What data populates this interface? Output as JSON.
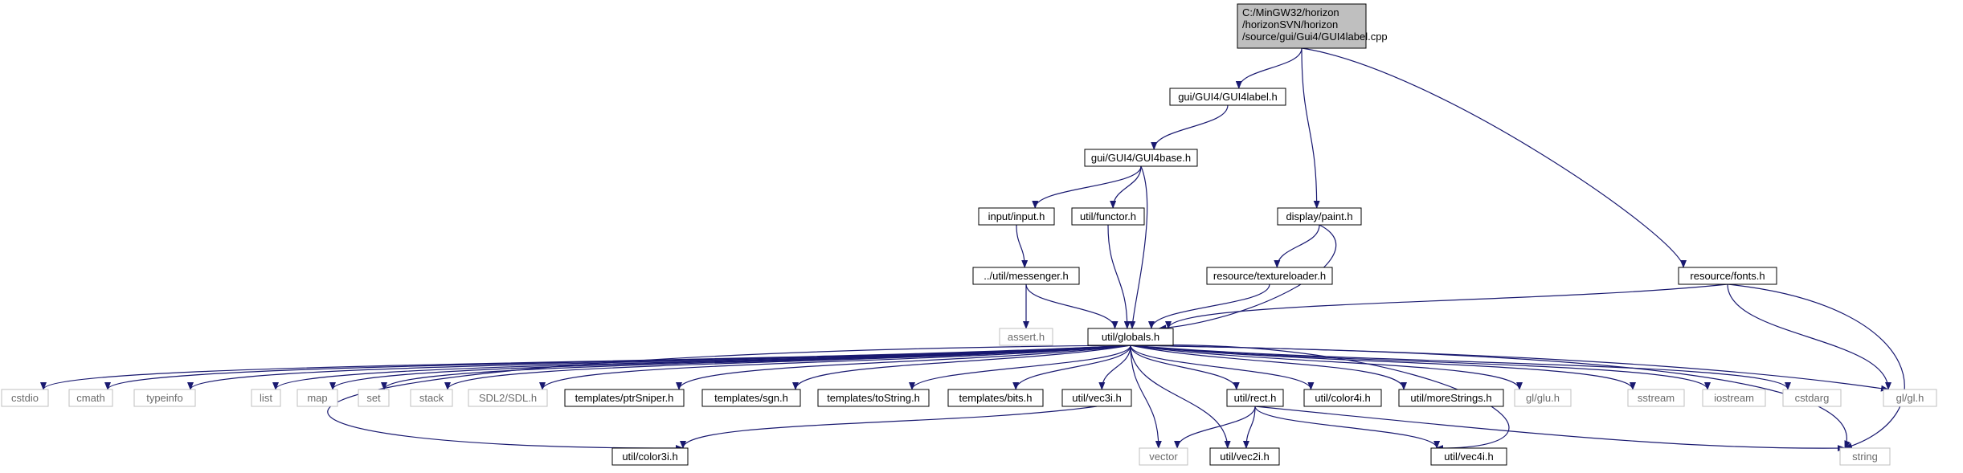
{
  "colors": {
    "edge": "#191970",
    "node_border": "#000000",
    "external_border": "#bfbfbf",
    "root_fill": "#bfbfbf",
    "node_fill": "#ffffff"
  },
  "nodes": [
    {
      "id": "root",
      "lines": [
        "C:/MinGW32/horizon",
        "/horizonSVN/horizon",
        "/source/gui/Gui4/GUI4label.cpp"
      ],
      "kind": "root"
    },
    {
      "id": "gui4label_h",
      "lines": [
        "gui/GUI4/GUI4label.h"
      ],
      "kind": "local"
    },
    {
      "id": "gui4base_h",
      "lines": [
        "gui/GUI4/GUI4base.h"
      ],
      "kind": "local"
    },
    {
      "id": "input_h",
      "lines": [
        "input/input.h"
      ],
      "kind": "local"
    },
    {
      "id": "functor_h",
      "lines": [
        "util/functor.h"
      ],
      "kind": "local"
    },
    {
      "id": "paint_h",
      "lines": [
        "display/paint.h"
      ],
      "kind": "local"
    },
    {
      "id": "messenger_h",
      "lines": [
        "../util/messenger.h"
      ],
      "kind": "local"
    },
    {
      "id": "textureloader_h",
      "lines": [
        "resource/textureloader.h"
      ],
      "kind": "local"
    },
    {
      "id": "fonts_h",
      "lines": [
        "resource/fonts.h"
      ],
      "kind": "local"
    },
    {
      "id": "assert_h",
      "lines": [
        "assert.h"
      ],
      "kind": "external"
    },
    {
      "id": "globals_h",
      "lines": [
        "util/globals.h"
      ],
      "kind": "local"
    },
    {
      "id": "cstdio",
      "lines": [
        "cstdio"
      ],
      "kind": "external"
    },
    {
      "id": "cmath",
      "lines": [
        "cmath"
      ],
      "kind": "external"
    },
    {
      "id": "typeinfo",
      "lines": [
        "typeinfo"
      ],
      "kind": "external"
    },
    {
      "id": "list",
      "lines": [
        "list"
      ],
      "kind": "external"
    },
    {
      "id": "map",
      "lines": [
        "map"
      ],
      "kind": "external"
    },
    {
      "id": "set",
      "lines": [
        "set"
      ],
      "kind": "external"
    },
    {
      "id": "stack",
      "lines": [
        "stack"
      ],
      "kind": "external"
    },
    {
      "id": "sdl_h",
      "lines": [
        "SDL2/SDL.h"
      ],
      "kind": "external"
    },
    {
      "id": "ptrsniper_h",
      "lines": [
        "templates/ptrSniper.h"
      ],
      "kind": "local"
    },
    {
      "id": "sgn_h",
      "lines": [
        "templates/sgn.h"
      ],
      "kind": "local"
    },
    {
      "id": "tostring_h",
      "lines": [
        "templates/toString.h"
      ],
      "kind": "local"
    },
    {
      "id": "bits_h",
      "lines": [
        "templates/bits.h"
      ],
      "kind": "local"
    },
    {
      "id": "vec3i_h",
      "lines": [
        "util/vec3i.h"
      ],
      "kind": "local"
    },
    {
      "id": "rect_h",
      "lines": [
        "util/rect.h"
      ],
      "kind": "local"
    },
    {
      "id": "color4i_h",
      "lines": [
        "util/color4i.h"
      ],
      "kind": "local"
    },
    {
      "id": "morestrings_h",
      "lines": [
        "util/moreStrings.h"
      ],
      "kind": "local"
    },
    {
      "id": "glu_h",
      "lines": [
        "gl/glu.h"
      ],
      "kind": "external"
    },
    {
      "id": "sstream",
      "lines": [
        "sstream"
      ],
      "kind": "external"
    },
    {
      "id": "iostream",
      "lines": [
        "iostream"
      ],
      "kind": "external"
    },
    {
      "id": "cstdarg",
      "lines": [
        "cstdarg"
      ],
      "kind": "external"
    },
    {
      "id": "gl_h",
      "lines": [
        "gl/gl.h"
      ],
      "kind": "external"
    },
    {
      "id": "color3i_h",
      "lines": [
        "util/color3i.h"
      ],
      "kind": "local"
    },
    {
      "id": "vector",
      "lines": [
        "vector"
      ],
      "kind": "external"
    },
    {
      "id": "vec2i_h",
      "lines": [
        "util/vec2i.h"
      ],
      "kind": "local"
    },
    {
      "id": "vec4i_h",
      "lines": [
        "util/vec4i.h"
      ],
      "kind": "local"
    },
    {
      "id": "string",
      "lines": [
        "string"
      ],
      "kind": "external"
    }
  ],
  "edges": [
    [
      "root",
      "gui4label_h"
    ],
    [
      "root",
      "paint_h"
    ],
    [
      "root",
      "fonts_h"
    ],
    [
      "gui4label_h",
      "gui4base_h"
    ],
    [
      "gui4base_h",
      "input_h"
    ],
    [
      "gui4base_h",
      "functor_h"
    ],
    [
      "gui4base_h",
      "globals_h"
    ],
    [
      "input_h",
      "messenger_h"
    ],
    [
      "messenger_h",
      "assert_h"
    ],
    [
      "messenger_h",
      "globals_h"
    ],
    [
      "functor_h",
      "globals_h"
    ],
    [
      "paint_h",
      "textureloader_h"
    ],
    [
      "paint_h",
      "globals_h"
    ],
    [
      "textureloader_h",
      "globals_h"
    ],
    [
      "fonts_h",
      "globals_h"
    ],
    [
      "fonts_h",
      "gl_h"
    ],
    [
      "fonts_h",
      "string"
    ],
    [
      "globals_h",
      "cstdio"
    ],
    [
      "globals_h",
      "cmath"
    ],
    [
      "globals_h",
      "typeinfo"
    ],
    [
      "globals_h",
      "list"
    ],
    [
      "globals_h",
      "map"
    ],
    [
      "globals_h",
      "set"
    ],
    [
      "globals_h",
      "stack"
    ],
    [
      "globals_h",
      "sdl_h"
    ],
    [
      "globals_h",
      "ptrsniper_h"
    ],
    [
      "globals_h",
      "sgn_h"
    ],
    [
      "globals_h",
      "tostring_h"
    ],
    [
      "globals_h",
      "bits_h"
    ],
    [
      "globals_h",
      "vec3i_h"
    ],
    [
      "globals_h",
      "rect_h"
    ],
    [
      "globals_h",
      "color4i_h"
    ],
    [
      "globals_h",
      "morestrings_h"
    ],
    [
      "globals_h",
      "glu_h"
    ],
    [
      "globals_h",
      "sstream"
    ],
    [
      "globals_h",
      "iostream"
    ],
    [
      "globals_h",
      "cstdarg"
    ],
    [
      "globals_h",
      "gl_h"
    ],
    [
      "globals_h",
      "color3i_h"
    ],
    [
      "globals_h",
      "vector"
    ],
    [
      "globals_h",
      "vec2i_h"
    ],
    [
      "globals_h",
      "vec4i_h"
    ],
    [
      "globals_h",
      "string"
    ],
    [
      "vec3i_h",
      "color3i_h"
    ],
    [
      "rect_h",
      "vector"
    ],
    [
      "rect_h",
      "vec2i_h"
    ],
    [
      "rect_h",
      "vec4i_h"
    ],
    [
      "rect_h",
      "string"
    ]
  ]
}
